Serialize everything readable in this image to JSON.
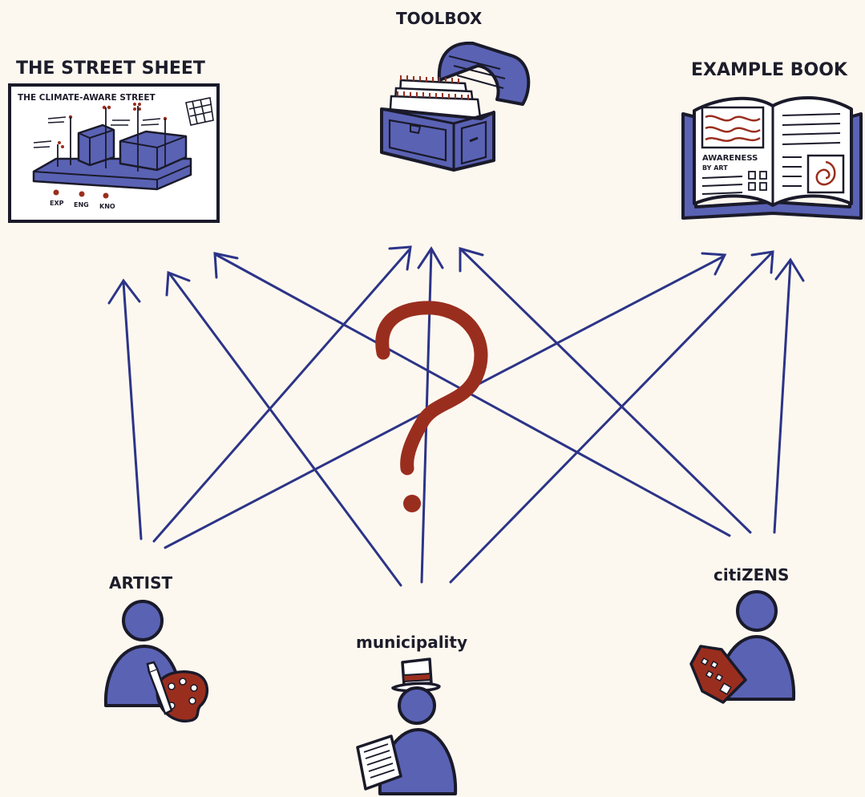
{
  "colors": {
    "background": "#fdf8ef",
    "arrow": "#2c3488",
    "figure_blue": "#5a62b4",
    "accent_red": "#9a2e1e",
    "ink": "#1a1a2a"
  },
  "targets": {
    "street_sheet": {
      "title": "THE STREET SHEET",
      "sheet_title": "THE CLIMATE-AWARE STREET",
      "legend": [
        "EXP",
        "ENG",
        "KNO"
      ]
    },
    "toolbox": {
      "title": "TOOLBOX"
    },
    "example_book": {
      "title": "EXAMPLE BOOK",
      "page_caption_line1": "AWARENESS",
      "page_caption_line2": "BY ART"
    }
  },
  "actors": {
    "artist": {
      "label": "ARTIST"
    },
    "municipality": {
      "label": "municipality"
    },
    "citizens": {
      "label": "citiZENS"
    }
  },
  "center_symbol": "?"
}
